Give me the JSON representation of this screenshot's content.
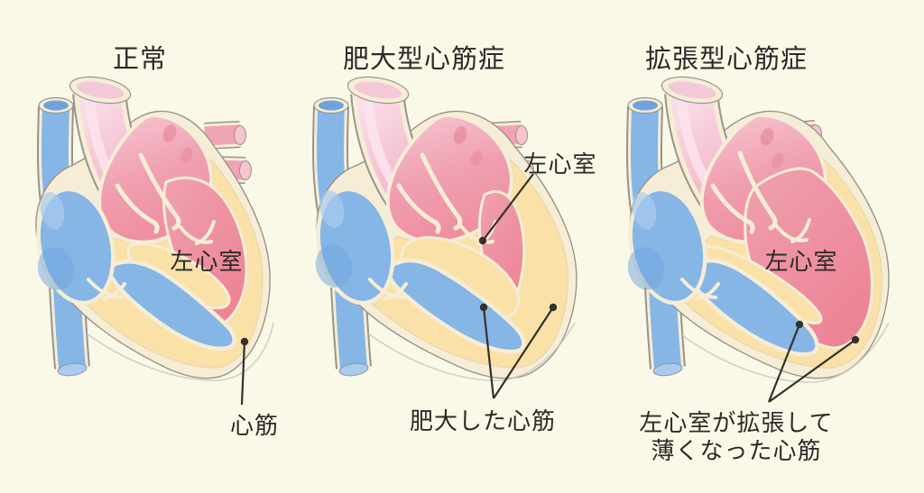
{
  "figure": {
    "description_of_type": "three-panel heart cross-section comparison diagram",
    "panels": [
      {
        "key": "normal",
        "title": "正常",
        "left_ventricle_label": "左心室",
        "caption_lines": [
          "心筋"
        ]
      },
      {
        "key": "hypertrophic-cardiomyopathy",
        "title": "肥大型心筋症",
        "left_ventricle_label": "左心室",
        "caption_lines": [
          "肥大した心筋"
        ]
      },
      {
        "key": "dilated-cardiomyopathy",
        "title": "拡張型心筋症",
        "left_ventricle_label": "左心室",
        "caption_lines": [
          "左心室が拡張して",
          "薄くなった心筋"
        ]
      }
    ],
    "colors": {
      "background": "#FAF9E8",
      "outline_gray": "#98948B",
      "wall_cream": "#F6EDD6",
      "myocardium_yellow": "#F9E1A8",
      "left_ventricle_red": "#ED8C9C",
      "atrium_pink": "#EE91A2",
      "aorta_light_pink": "#F8DCE7",
      "pulmonary_tube_pink": "#F1A4B6",
      "blood_blue": "#85B6E6",
      "blue_shadow": "#6FA3DB",
      "blue_highlight": "#A9CBEF",
      "annotation_line": "#33312C",
      "text": "#2B2A26"
    }
  }
}
